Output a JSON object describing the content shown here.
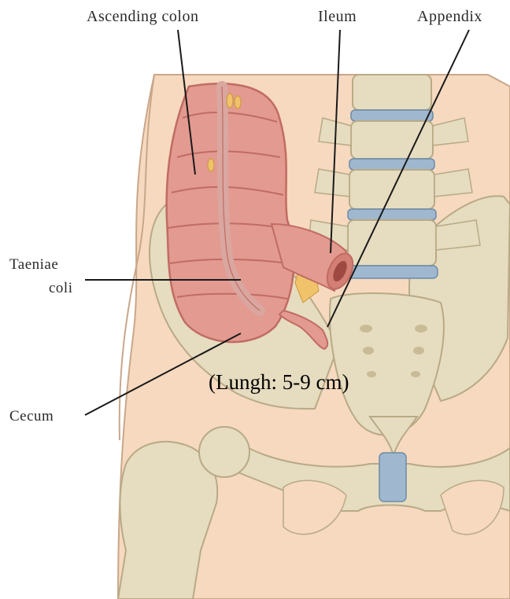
{
  "labels": {
    "ascending_colon": "Ascending colon",
    "ileum": "Ileum",
    "appendix": "Appendix",
    "taeniae_line1": "Taeniae",
    "taeniae_line2": "coli",
    "cecum": "Cecum"
  },
  "annotation": "(Lungh: 5-9 cm)",
  "colors": {
    "background": "#ffffff",
    "skin": "#f6d9bf",
    "skin_outline": "#c9a78a",
    "colon": "#e39a90",
    "colon_dark": "#c06c63",
    "taenia_band": "#d9a7a0",
    "bone": "#e6dcc0",
    "bone_shadow": "#b8aa86",
    "disc": "#9fb8cf",
    "fat": "#f0c26a",
    "leader_line": "#1a1a1a"
  }
}
